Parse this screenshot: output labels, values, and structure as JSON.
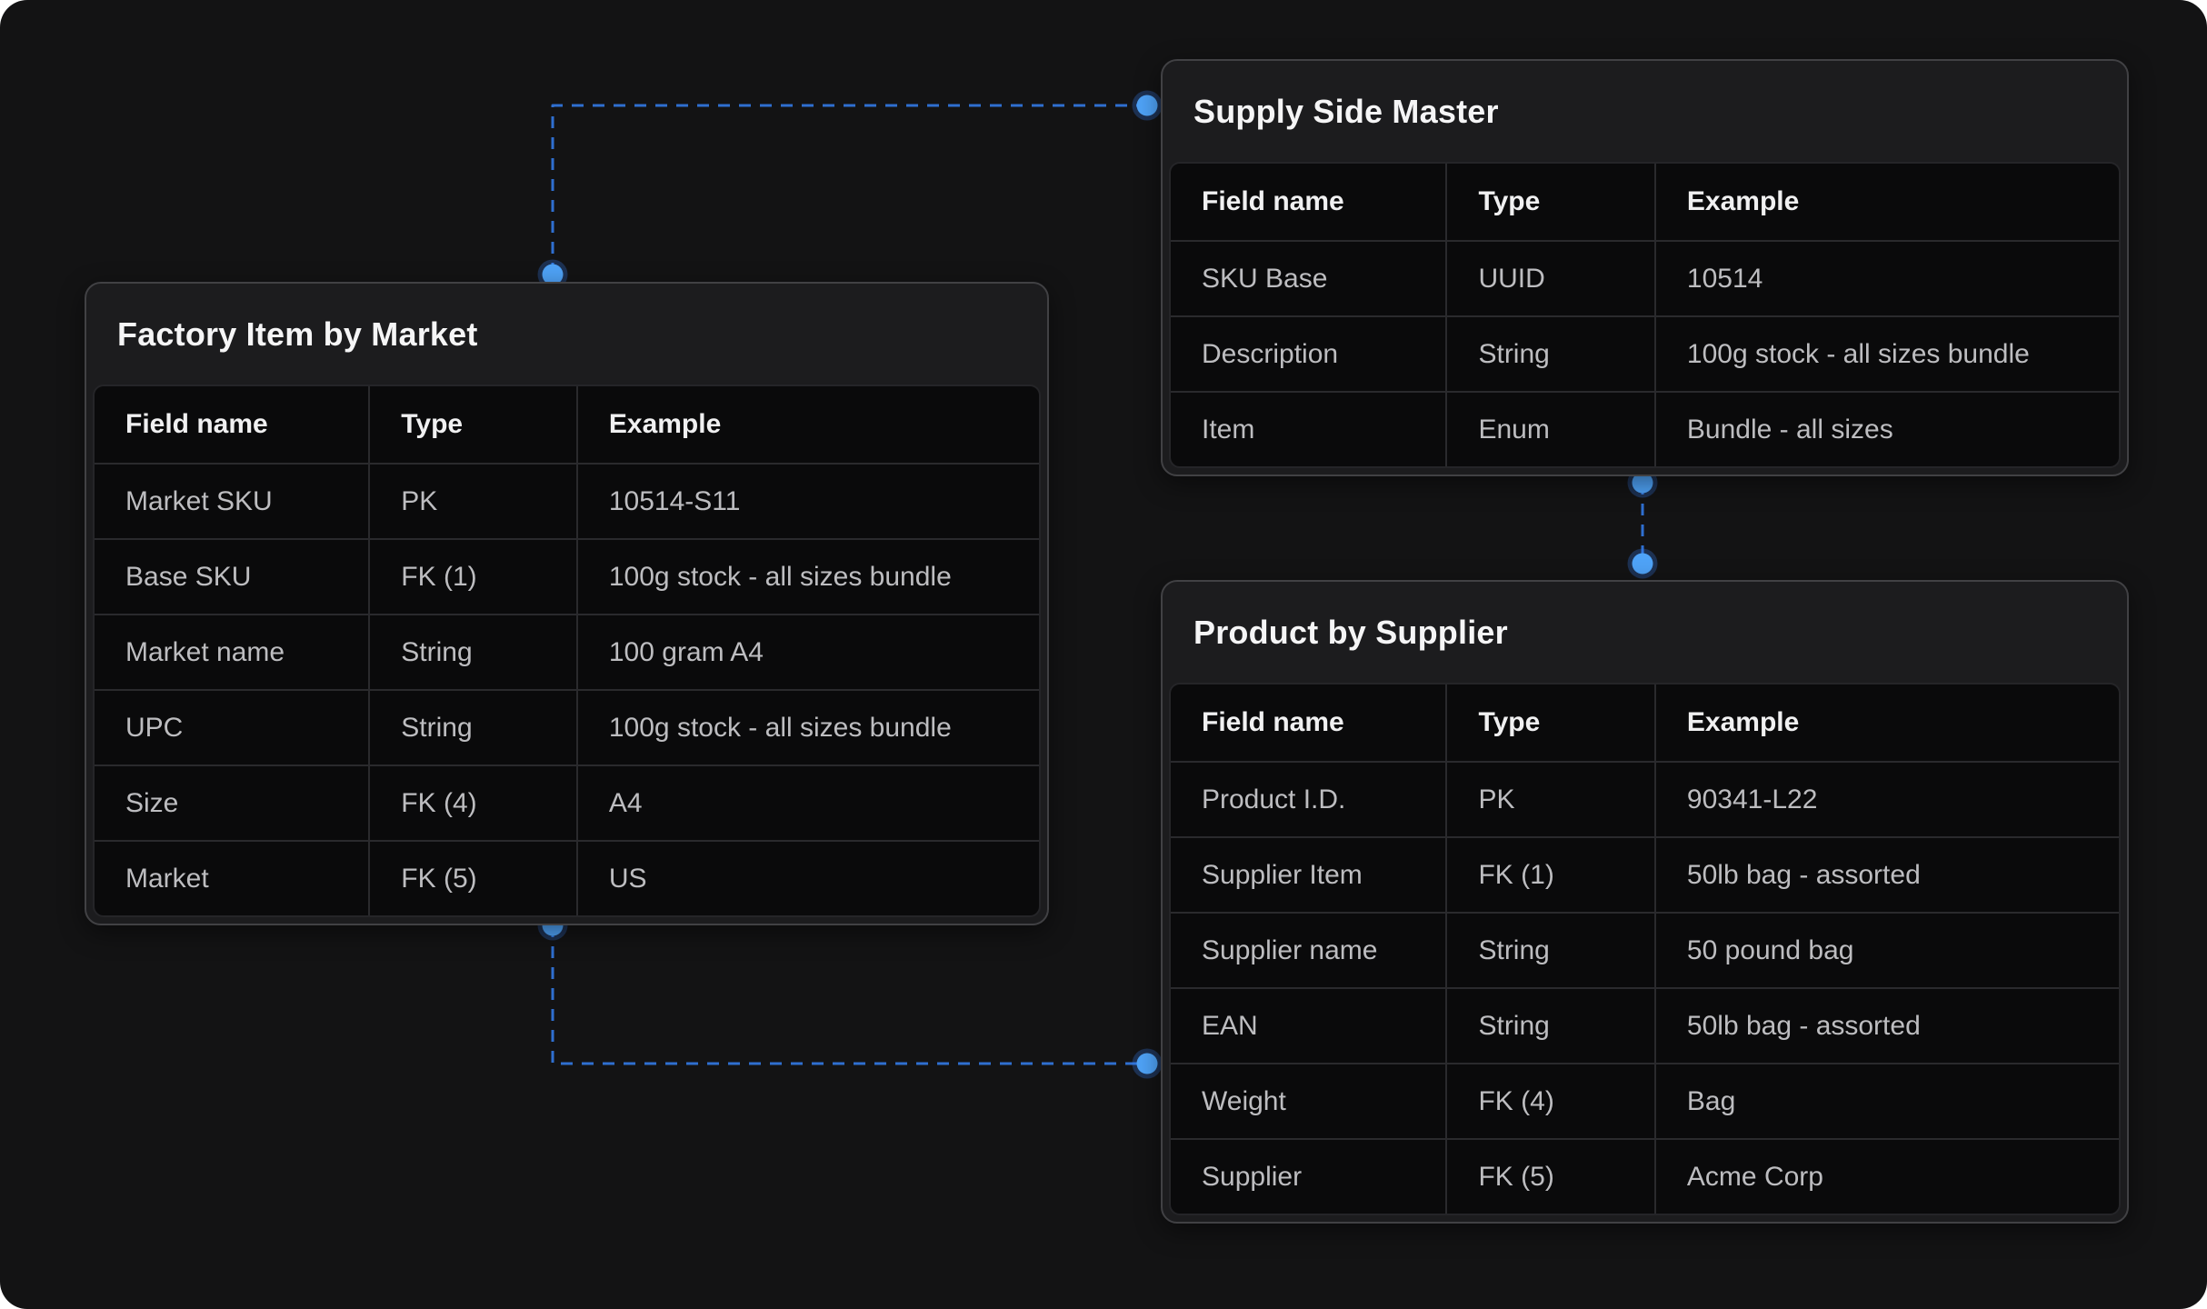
{
  "colors": {
    "page_bg": "#ffffff",
    "canvas_bg": "#131314",
    "card_bg": "#1c1c1e",
    "table_bg": "#0a0a0b",
    "grid_line": "#2a2a2d",
    "title_text": "#f5f5f6",
    "cell_text": "#bdbdc0",
    "connector_line": "#2f6fd0",
    "dot_fill": "#4fa3f7",
    "dot_ring": "rgba(59,130,246,0.28)"
  },
  "tables": [
    {
      "title": "Factory Item by Market",
      "columns": [
        "Field name",
        "Type",
        "Example"
      ],
      "rows": [
        [
          "Market SKU",
          "PK",
          "10514-S11"
        ],
        [
          "Base SKU",
          "FK (1)",
          "100g stock - all sizes bundle"
        ],
        [
          "Market name",
          "String",
          "100 gram A4"
        ],
        [
          "UPC",
          "String",
          "100g stock - all sizes bundle"
        ],
        [
          "Size",
          "FK (4)",
          "A4"
        ],
        [
          "Market",
          "FK (5)",
          "US"
        ]
      ]
    },
    {
      "title": "Supply Side Master",
      "columns": [
        "Field name",
        "Type",
        "Example"
      ],
      "rows": [
        [
          "SKU Base",
          "UUID",
          "10514"
        ],
        [
          "Description",
          "String",
          "100g stock - all sizes bundle"
        ],
        [
          "Item",
          "Enum",
          "Bundle - all sizes"
        ]
      ]
    },
    {
      "title": "Product by Supplier",
      "columns": [
        "Field name",
        "Type",
        "Example"
      ],
      "rows": [
        [
          "Product I.D.",
          "PK",
          "90341-L22"
        ],
        [
          "Supplier Item",
          "FK (1)",
          "50lb bag - assorted"
        ],
        [
          "Supplier name",
          "String",
          "50 pound bag"
        ],
        [
          "EAN",
          "String",
          "50lb bag - assorted"
        ],
        [
          "Weight",
          "FK (4)",
          "Bag"
        ],
        [
          "Supplier",
          "FK (5)",
          "Acme Corp"
        ]
      ]
    }
  ]
}
